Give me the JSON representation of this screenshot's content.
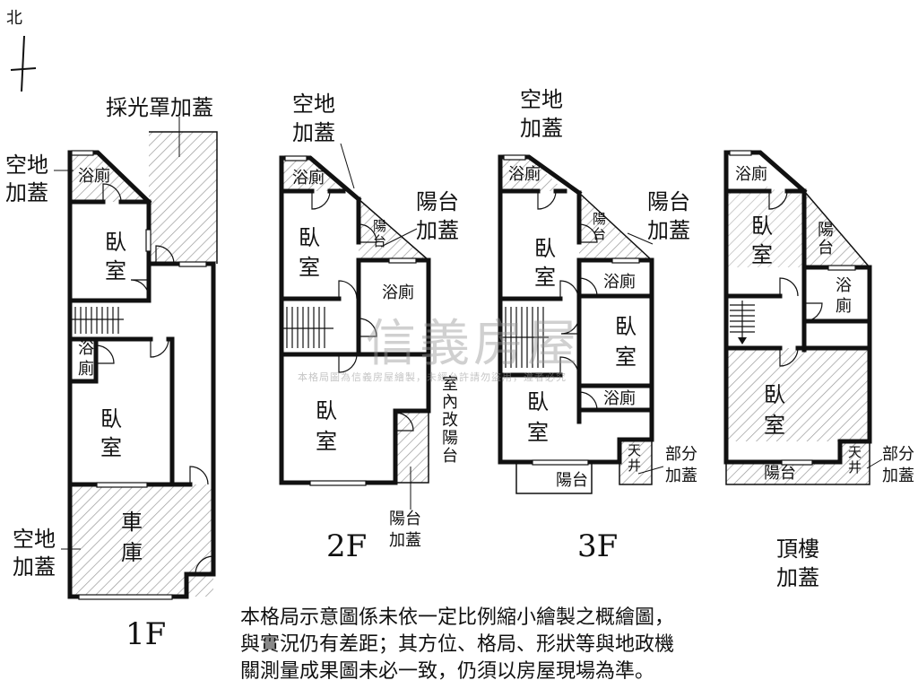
{
  "compass": {
    "north": "北"
  },
  "watermark": {
    "brand": "信義房屋",
    "notice": "本格局圖為信義房屋繪製，未經允許請勿盜用，違者必究"
  },
  "floors": {
    "f1": {
      "label": "1F",
      "skylight": "採光罩加蓋",
      "vacant_top": [
        "空地",
        "加蓋"
      ],
      "bath_top": "浴廁",
      "bedroom_top": [
        "臥",
        "室"
      ],
      "bath_mid": [
        "浴",
        "廁"
      ],
      "bedroom_mid": [
        "臥",
        "室"
      ],
      "garage": [
        "車",
        "庫"
      ],
      "vacant_garage": [
        "空地",
        "加蓋"
      ]
    },
    "f2": {
      "label": "2F",
      "vacant_top": [
        "空地",
        "加蓋"
      ],
      "bath_top": "浴廁",
      "bedroom_top": [
        "臥",
        "室"
      ],
      "balcony": "陽台",
      "balcony_add": [
        "陽台",
        "加蓋"
      ],
      "bath_right": "浴廁",
      "bedroom_main": [
        "臥",
        "室"
      ],
      "interior_balcony": "室內改陽台",
      "balcony_bottom": [
        "陽台",
        "加蓋"
      ]
    },
    "f3": {
      "label": "3F",
      "vacant_top": [
        "空地",
        "加蓋"
      ],
      "bath_top": "浴廁",
      "bedroom_top": [
        "臥",
        "室"
      ],
      "balcony": "陽台",
      "balcony_add": [
        "陽台",
        "加蓋"
      ],
      "bath_right_top": "浴廁",
      "bedroom_right": [
        "臥",
        "室"
      ],
      "bath_right_bottom": "浴廁",
      "bedroom_bottom": [
        "臥",
        "室"
      ],
      "patio": "天井",
      "partial_add": [
        "部分",
        "加蓋"
      ],
      "balcony_bottom": "陽台"
    },
    "roof": {
      "label": [
        "頂樓",
        "加蓋"
      ],
      "bath_top": "浴廁",
      "bedroom_top": [
        "臥",
        "室"
      ],
      "balcony": "陽台",
      "bath_right": [
        "浴",
        "廁"
      ],
      "bedroom_main": [
        "臥",
        "室"
      ],
      "balcony_bottom": "陽台",
      "patio": "天井",
      "partial_add": [
        "部分",
        "加蓋"
      ]
    }
  },
  "disclaimer": [
    "本格局示意圖係未依一定比例縮小繪製之概繪圖，",
    "與實況仍有差距；其方位、格局、形狀等與地政機",
    "關測量成果圖未必一致，仍須以房屋現場為準。"
  ]
}
